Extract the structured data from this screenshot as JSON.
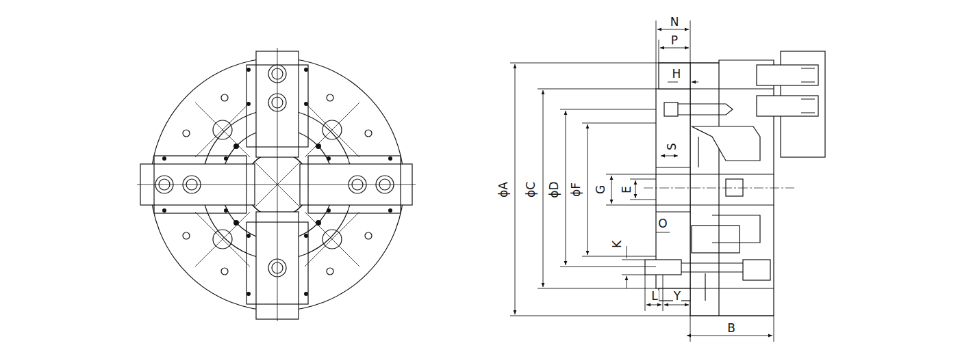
{
  "diagram": {
    "labels": [
      "N",
      "P",
      "H",
      "S",
      "G",
      "E",
      "O",
      "K",
      "L",
      "Y",
      "B",
      "ϕA",
      "ϕC",
      "ϕD",
      "ϕF"
    ]
  }
}
